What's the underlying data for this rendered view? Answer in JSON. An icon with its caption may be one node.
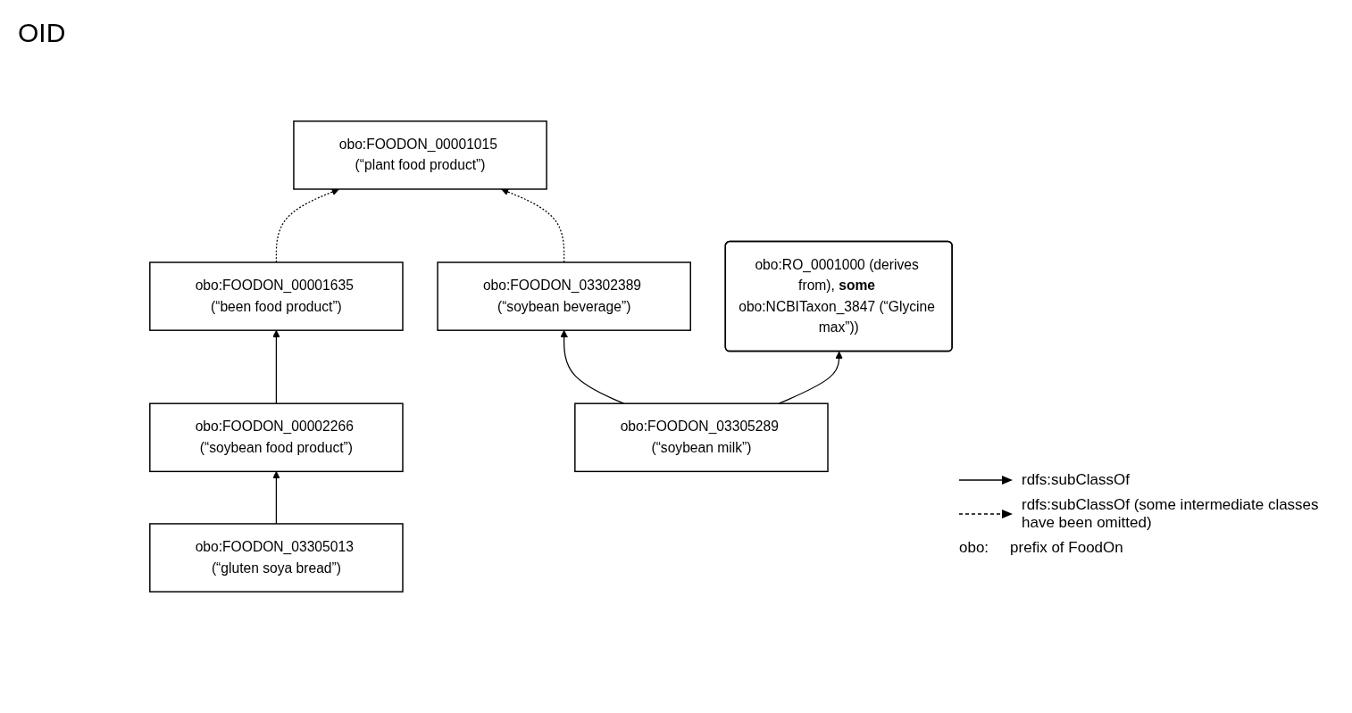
{
  "diagram": {
    "nodes": [
      {
        "text": [
          "obo:FOODON_00001015 (“plant food product”)"
        ]
      },
      {
        "text": [
          "obo:FOODON_00001635 (“been food product”)"
        ]
      },
      {
        "text": [
          "obo:FOODON_03302389 (“soybean beverage”)"
        ]
      },
      {
        "text": [
          "obo:RO_0001000 (derives from), **some** obo:NCBITaxon_3847 (“Glycine max”))"
        ]
      },
      {
        "text": [
          "obo:FOODON_00002266 (“soybean food product”)"
        ]
      },
      {
        "text": [
          "obo:FOODON_03305289 (“soybean milk”)"
        ]
      },
      {
        "text": [
          "obo:FOODON_03305013 (“gluten soya bread”)"
        ]
      }
    ],
    "edges": [
      {
        "from": 1,
        "to": 0,
        "arrow": "to",
        "style": "dashed"
      },
      {
        "from": 2,
        "to": 0,
        "arrow": "to",
        "style": "dashed"
      },
      {
        "from": 4,
        "to": 1,
        "arrow": "to"
      },
      {
        "from": 5,
        "to": 2,
        "arrow": "to"
      },
      {
        "from": 5,
        "to": 3,
        "arrow": "to"
      },
      {
        "from": 6,
        "to": 4,
        "arrow": "to"
      }
    ],
    "labels": [
      "OID",
      "obo:",
      "prefix of FoodOn"
    ],
    "legend": [
      {
        "text": "rdfs:subClassOf"
      },
      {
        "text": "rdfs:subClassOf (some intermediate classes have been omitted)"
      }
    ]
  }
}
